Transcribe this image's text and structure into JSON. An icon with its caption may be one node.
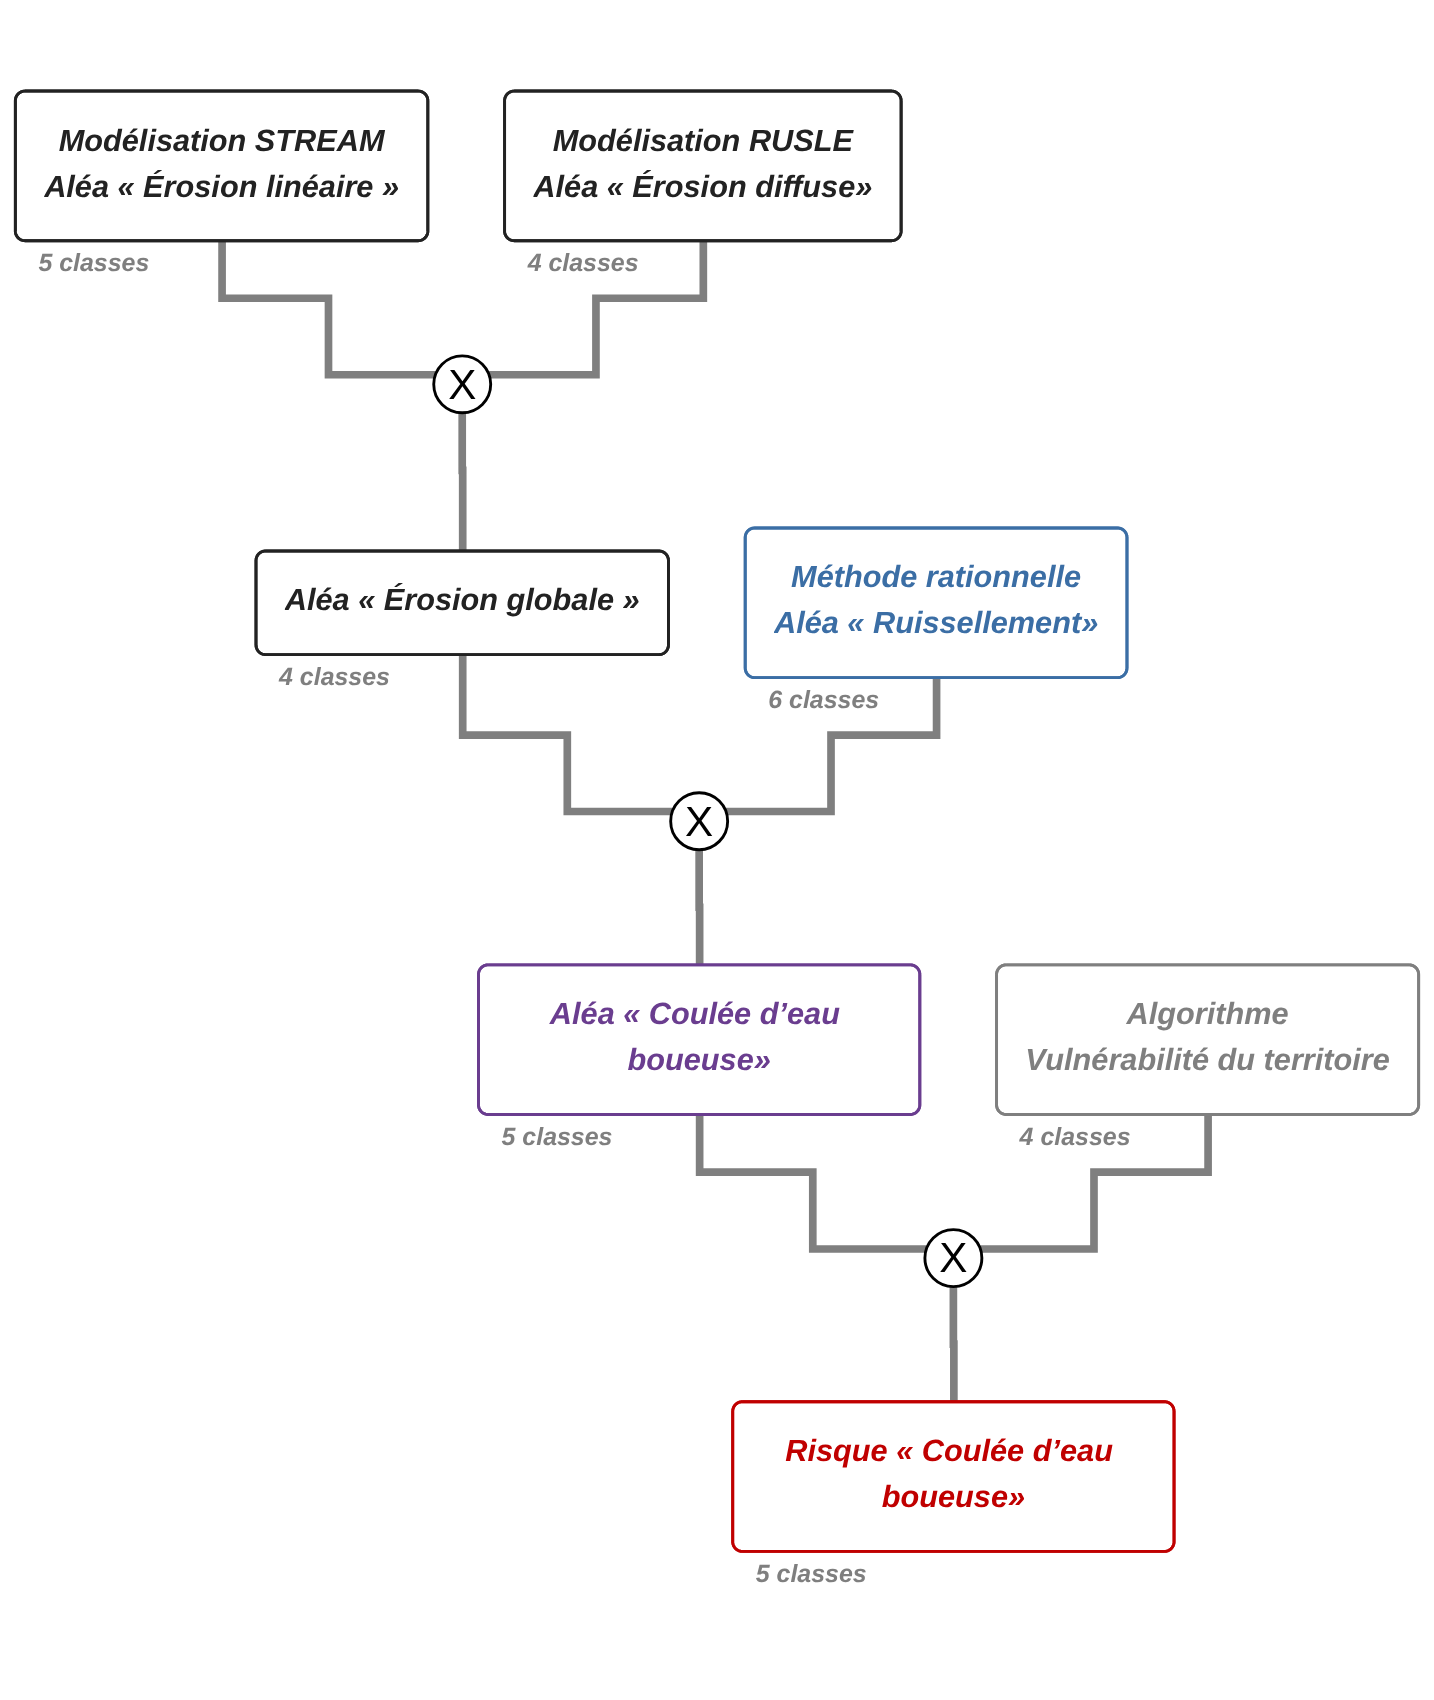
{
  "diagram": {
    "nodes": [
      {
        "text": [
          "Modélisation STREAM",
          "Aléa « Érosion linéaire »"
        ],
        "beside": [
          "5 classes"
        ]
      },
      {
        "text": [
          "Modélisation RUSLE",
          "Aléa « Érosion diffuse»"
        ],
        "beside": [
          "4 classes"
        ]
      },
      {
        "text": [
          "X"
        ]
      },
      {
        "text": [
          "Aléa « Érosion globale »"
        ],
        "beside": [
          "4 classes"
        ]
      },
      {
        "text": [
          "Méthode rationnelle",
          "Aléa « Ruissellement»"
        ],
        "beside": [
          "6 classes"
        ]
      },
      {
        "text": [
          "X"
        ]
      },
      {
        "text": [
          "Aléa « Coulée d’eau boueuse»"
        ],
        "beside": [
          "5 classes"
        ]
      },
      {
        "text": [
          "Algorithme",
          "Vulnérabilité du territoire"
        ],
        "beside": [
          "4 classes"
        ]
      },
      {
        "text": [
          "X"
        ]
      },
      {
        "text": [
          "Risque « Coulée d’eau boueuse»"
        ],
        "beside": [
          "5 classes"
        ]
      }
    ],
    "edges": [
      {
        "from": 0,
        "to": 2,
        "arrow": "none"
      },
      {
        "from": 1,
        "to": 2,
        "arrow": "none"
      },
      {
        "from": 2,
        "to": 3,
        "arrow": "none"
      },
      {
        "from": 3,
        "to": 5,
        "arrow": "none"
      },
      {
        "from": 4,
        "to": 5,
        "arrow": "none"
      },
      {
        "from": 5,
        "to": 6,
        "arrow": "none"
      },
      {
        "from": 6,
        "to": 8,
        "arrow": "none"
      },
      {
        "from": 7,
        "to": 8,
        "arrow": "none"
      },
      {
        "from": 8,
        "to": 9,
        "arrow": "none"
      }
    ]
  }
}
